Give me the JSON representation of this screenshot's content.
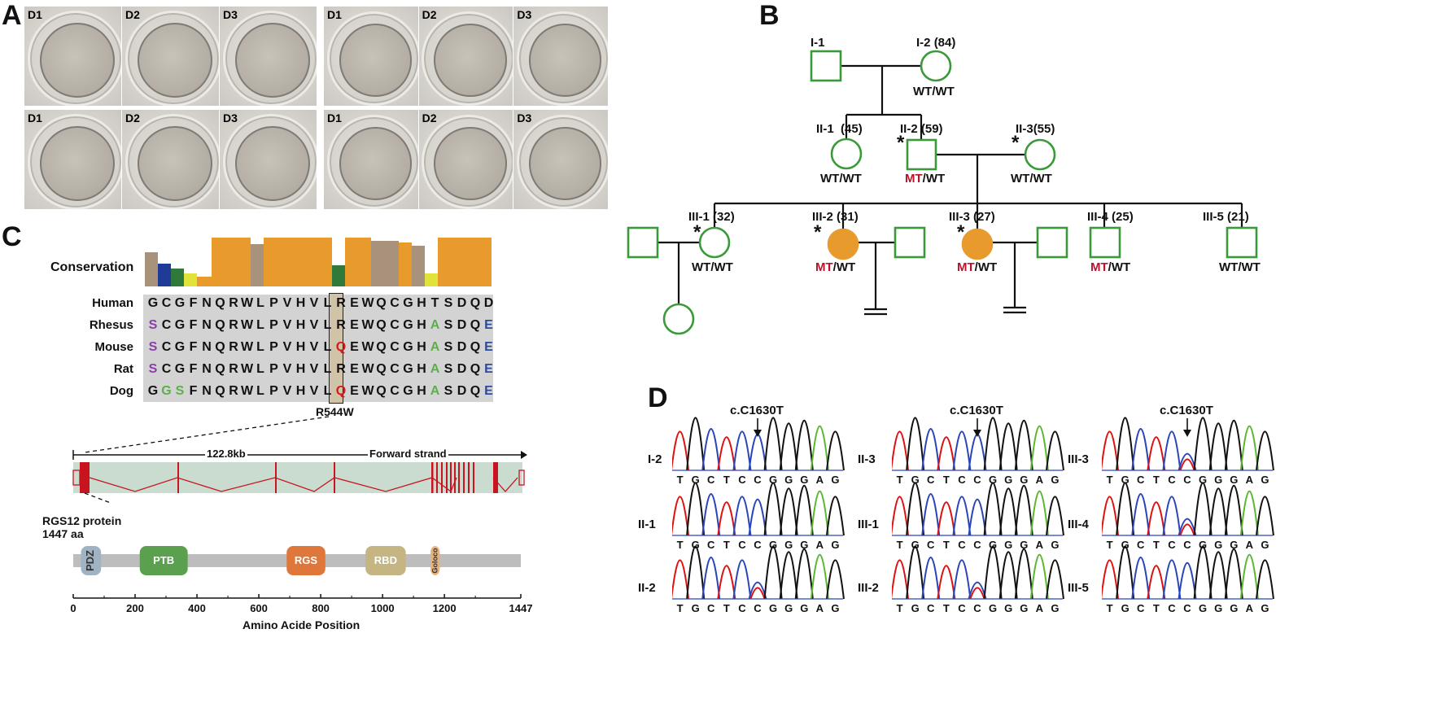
{
  "panels": {
    "a": "A",
    "b": "B",
    "c": "C",
    "d": "D"
  },
  "panel_a": {
    "day_labels": [
      "D1",
      "D2",
      "D3"
    ]
  },
  "pedigree": {
    "individuals": [
      {
        "id": "I-1",
        "age": "",
        "genotype": ""
      },
      {
        "id": "I-2",
        "age": "(84)",
        "genotype_mt": "",
        "genotype_wt": "WT/WT"
      },
      {
        "id": "II-1",
        "age": "(45)",
        "genotype_mt": "",
        "genotype_wt": "WT/WT"
      },
      {
        "id": "II-2",
        "age": "(59)",
        "genotype_mt": "MT",
        "genotype_wt": "/WT"
      },
      {
        "id": "II-3",
        "age": "(55)",
        "genotype_mt": "",
        "genotype_wt": "WT/WT"
      },
      {
        "id": "III-1",
        "age": "(32)",
        "genotype_mt": "",
        "genotype_wt": "WT/WT"
      },
      {
        "id": "III-2",
        "age": "(31)",
        "genotype_mt": "MT",
        "genotype_wt": "/WT"
      },
      {
        "id": "III-3",
        "age": "(27)",
        "genotype_mt": "MT",
        "genotype_wt": "/WT"
      },
      {
        "id": "III-4",
        "age": "(25)",
        "genotype_mt": "MT",
        "genotype_wt": "/WT"
      },
      {
        "id": "III-5",
        "age": "(21)",
        "genotype_mt": "",
        "genotype_wt": "WT/WT"
      }
    ],
    "proband_mark": "*",
    "colors": {
      "line": "#3a9a3a",
      "affected": "#e89a2c",
      "mt": "#b5142b"
    }
  },
  "conservation": {
    "label": "Conservation",
    "species": [
      "Human",
      "Rhesus",
      "Mouse",
      "Rat",
      "Dog"
    ],
    "sequences": [
      "GCGFNQRWLPVHVLREWQCGHTSDQD",
      "SCGFNQRWLPVHVLREWQCGHASDQE",
      "SCGFNQRWLPVHVLQEWQCGHASDQE",
      "SCGFNQRWLPVHVLREWQCGHASDQE",
      "GGSFNQRWLPVHVLQEWQCGHASDQE"
    ],
    "highlight_index": 14,
    "variant_label": "R544W"
  },
  "gene": {
    "length_label": "122.8kb",
    "strand_label": "Forward strand"
  },
  "protein": {
    "name": "RGS12 protein",
    "length": "1447 aa",
    "domains": [
      {
        "name": "PDZ",
        "start": 25,
        "end": 90,
        "color": "#9fb3c4"
      },
      {
        "name": "PTB",
        "start": 215,
        "end": 370,
        "color": "#5aa04e"
      },
      {
        "name": "RGS",
        "start": 690,
        "end": 815,
        "color": "#e0773a"
      },
      {
        "name": "RBD",
        "start": 945,
        "end": 1075,
        "color": "#c4b582"
      },
      {
        "name": "Goloco",
        "start": 1155,
        "end": 1185,
        "color": "#e8b27a"
      }
    ],
    "axis_ticks": [
      "0",
      "200",
      "400",
      "600",
      "800",
      "1000",
      "1200",
      "1447"
    ],
    "axis_label": "Amino Acide Position",
    "max": 1447
  },
  "chromatograms": {
    "mutation_label": "c.C1630T",
    "base_sequence": [
      "T",
      "G",
      "C",
      "T",
      "C",
      "C",
      "G",
      "G",
      "G",
      "A",
      "G"
    ],
    "columns": [
      [
        "I-2",
        "II-1",
        "II-2"
      ],
      [
        "II-3",
        "III-1",
        "III-2"
      ],
      [
        "III-3",
        "III-4",
        "III-5"
      ]
    ],
    "heterozygous": [
      "II-2",
      "III-2",
      "III-3",
      "III-4"
    ]
  }
}
